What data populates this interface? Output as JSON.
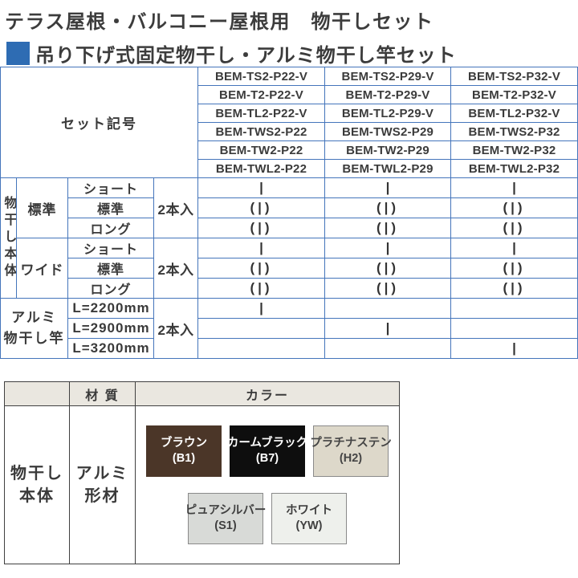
{
  "page": {
    "title": "テラス屋根・バルコニー屋根用　物干しセット",
    "subtitle": "吊り下げ式固定物干し・アルミ物干し竿セット"
  },
  "colors": {
    "accent_blue_bullet": "#2e6cb3",
    "main_table_border": "#4475bb",
    "spec_table_border": "#404040",
    "spec_header_bg": "#eae7e0"
  },
  "main_table": {
    "corner_label": "セット記号",
    "code_rows": [
      [
        "BEM-TS2-P22-V",
        "BEM-TS2-P29-V",
        "BEM-TS2-P32-V"
      ],
      [
        "BEM-T2-P22-V",
        "BEM-T2-P29-V",
        "BEM-T2-P32-V"
      ],
      [
        "BEM-TL2-P22-V",
        "BEM-TL2-P29-V",
        "BEM-TL2-P32-V"
      ],
      [
        "BEM-TWS2-P22",
        "BEM-TWS2-P29",
        "BEM-TWS2-P32"
      ],
      [
        "BEM-TW2-P22",
        "BEM-TW2-P29",
        "BEM-TW2-P32"
      ],
      [
        "BEM-TWL2-P22",
        "BEM-TWL2-P29",
        "BEM-TWL2-P32"
      ]
    ],
    "body": {
      "section_label": "物干し本体",
      "groups": [
        {
          "label": "標準",
          "pack": "2本入",
          "rows": [
            {
              "size": "ショート",
              "marks": [
                "|",
                "|",
                "|"
              ]
            },
            {
              "size": "標準",
              "marks": [
                "(|)",
                "(|)",
                "(|)"
              ]
            },
            {
              "size": "ロング",
              "marks": [
                "(|)",
                "(|)",
                "(|)"
              ]
            }
          ]
        },
        {
          "label": "ワイド",
          "pack": "2本入",
          "rows": [
            {
              "size": "ショート",
              "marks": [
                "|",
                "|",
                "|"
              ]
            },
            {
              "size": "標準",
              "marks": [
                "(|)",
                "(|)",
                "(|)"
              ]
            },
            {
              "size": "ロング",
              "marks": [
                "(|)",
                "(|)",
                "(|)"
              ]
            }
          ]
        }
      ]
    },
    "pole": {
      "label_lines": [
        "アルミ",
        "物干し竿"
      ],
      "pack": "2本入",
      "rows": [
        {
          "size": "L=2200mm",
          "marks": [
            "|",
            "",
            ""
          ]
        },
        {
          "size": "L=2900mm",
          "marks": [
            "",
            "|",
            ""
          ]
        },
        {
          "size": "L=3200mm",
          "marks": [
            "",
            "",
            "|"
          ]
        }
      ]
    }
  },
  "spec_table": {
    "header_material": "材 質",
    "header_color": "カラー",
    "row_label_lines": [
      "物干し",
      "本体"
    ],
    "material_lines": [
      "アルミ",
      "形材"
    ],
    "swatches_row1": [
      {
        "name": "ブラウン",
        "code": "(B1)",
        "bg": "#4b3628",
        "text": "#ffffff"
      },
      {
        "name": "カームブラック",
        "code": "(B7)",
        "bg": "#0e0e0e",
        "text": "#ffffff"
      },
      {
        "name": "プラチナステン",
        "code": "(H2)",
        "bg": "#ddd8ca",
        "text": "#454545"
      }
    ],
    "swatches_row2": [
      {
        "name": "ピュアシルバー",
        "code": "(S1)",
        "bg": "#d8dad7",
        "text": "#3f3f3f"
      },
      {
        "name": "ホワイト",
        "code": "(YW)",
        "bg": "#eef0ec",
        "text": "#3f3f3f"
      }
    ]
  }
}
